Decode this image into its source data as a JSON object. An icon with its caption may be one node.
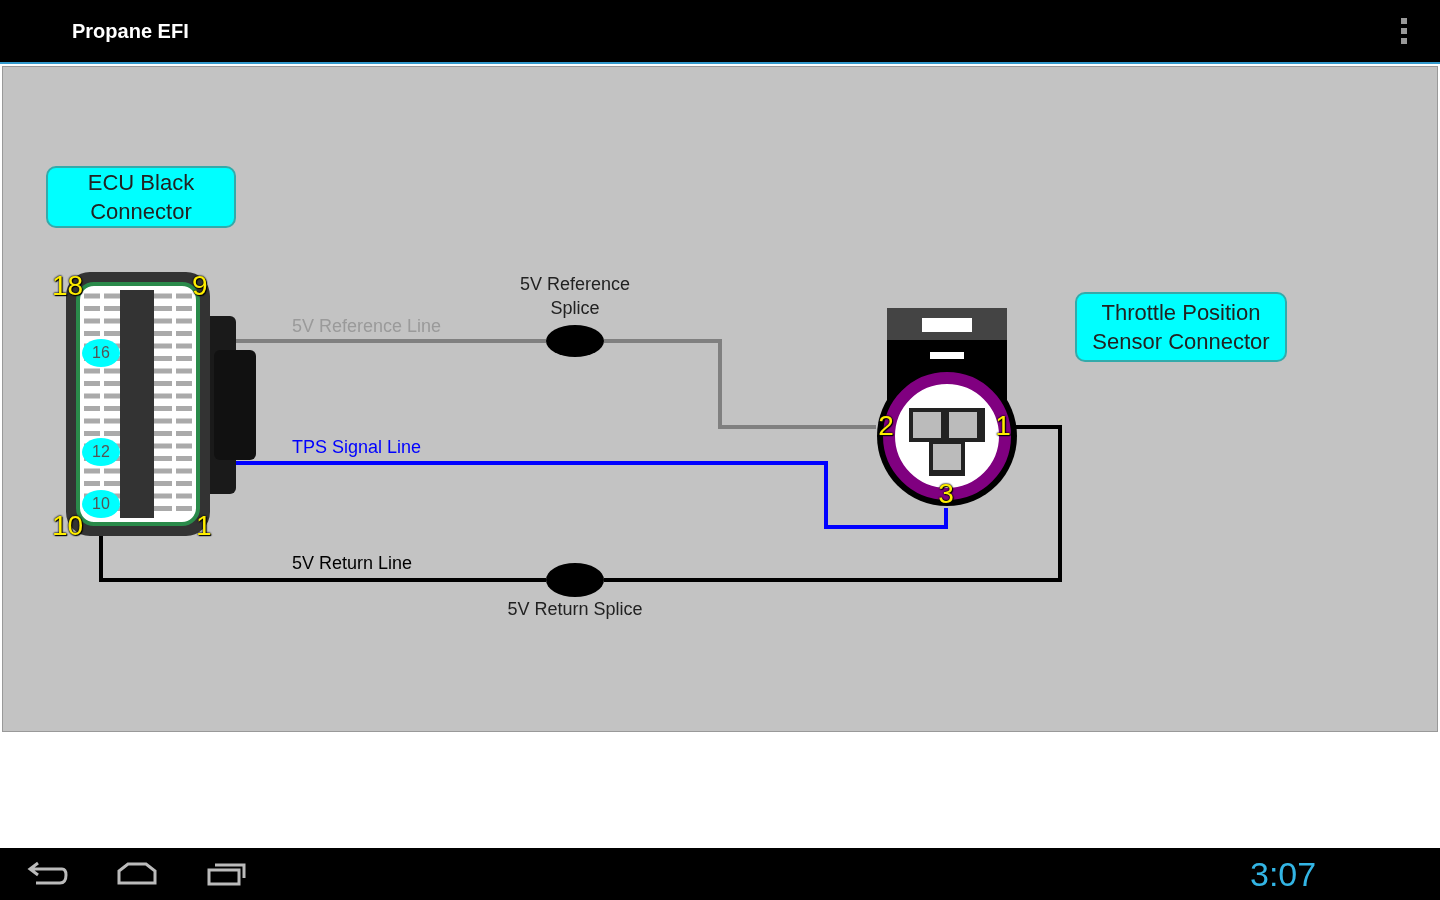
{
  "diagram": {
    "title": "Propane EFI",
    "nodes": [
      {
        "text": [
          "ECU Black Connector"
        ]
      },
      {
        "text": [],
        "shape": "picture"
      },
      {
        "text": [
          "16"
        ],
        "in": 1
      },
      {
        "text": [
          "12"
        ],
        "in": 1
      },
      {
        "text": [
          "10"
        ],
        "in": 1
      },
      {
        "text": [],
        "shape": "circle",
        "beside": [
          "5V Reference Splice"
        ]
      },
      {
        "text": [],
        "shape": "circle",
        "beside": [
          "5V Return Splice"
        ]
      },
      {
        "text": [],
        "shape": "picture"
      },
      {
        "text": [
          "2"
        ],
        "in": 7
      },
      {
        "text": [
          "1"
        ],
        "in": 7
      },
      {
        "text": [
          "3"
        ],
        "in": 7
      },
      {
        "text": [
          "Throttle Position Sensor Connector"
        ]
      }
    ],
    "edges": [
      {
        "from": 2,
        "to": 5,
        "arrow": "none",
        "label": "5V Reference Line",
        "color": "#808080"
      },
      {
        "from": 5,
        "to": 8,
        "arrow": "none",
        "color": "#808080"
      },
      {
        "from": 3,
        "to": 10,
        "arrow": "none",
        "label": "TPS Signal Line",
        "color": "#0000ff"
      },
      {
        "from": 4,
        "to": 6,
        "arrow": "none",
        "label": "5V Return Line",
        "color": "#000000"
      },
      {
        "from": 6,
        "to": 9,
        "arrow": "none",
        "color": "#000000"
      }
    ],
    "labels": [
      "18",
      "9",
      "10",
      "1",
      "3:07"
    ]
  }
}
